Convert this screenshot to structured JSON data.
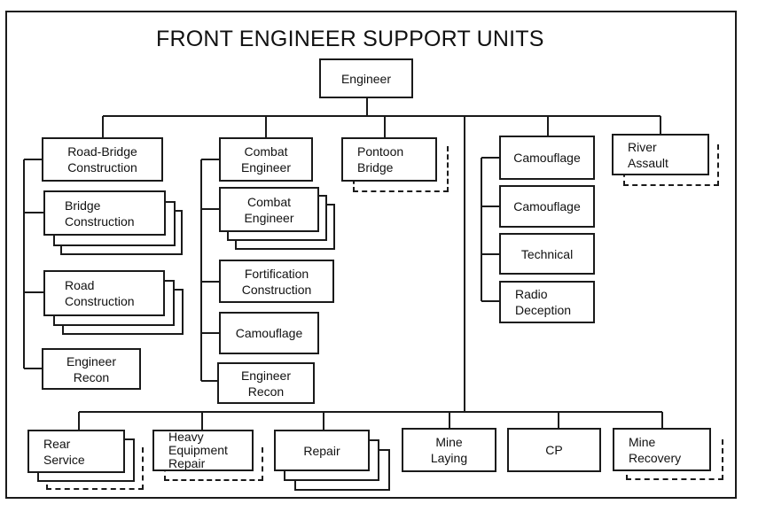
{
  "title": "FRONT ENGINEER SUPPORT UNITS",
  "root": "Engineer",
  "col1": {
    "head": "Road-Bridge\nConstruction",
    "items": [
      "Bridge\nConstruction",
      "Road\nConstruction",
      "Engineer\nRecon"
    ]
  },
  "col2": {
    "head": "Combat\nEngineer",
    "items": [
      "Combat\nEngineer",
      "Fortification\nConstruction",
      "Camouflage",
      "Engineer\nRecon"
    ]
  },
  "pontoon": "Pontoon\nBridge",
  "col4": {
    "head": "Camouflage",
    "items": [
      "Camouflage",
      "Technical",
      "Radio\nDeception"
    ]
  },
  "river": "River\nAssault",
  "bottom": [
    "Rear\nService",
    "Heavy\nEquipment\nRepair",
    "Repair",
    "Mine\nLaying",
    "CP",
    "Mine\nRecovery"
  ]
}
